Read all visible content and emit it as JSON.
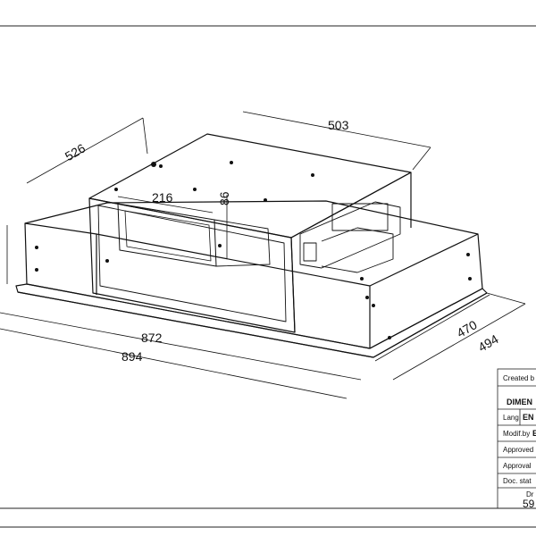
{
  "dimensions": {
    "depth_top": "526",
    "width_top": "503",
    "duct_width": "216",
    "duct_height": "86",
    "inner_length": "872",
    "outer_length": "894",
    "inner_depth": "470",
    "outer_depth": "494"
  },
  "title_block": {
    "created_by_label": "Created b",
    "title_partial": "DIMEN",
    "lang_label": "Lang",
    "lang_value": "EN",
    "modif_label": "Modif.by",
    "modif_value": "E",
    "approved_label": "Approved",
    "approval_label": "Approval",
    "doc_state_label": "Doc. stat",
    "drawing_label": "Dr",
    "drawing_number": "59"
  }
}
